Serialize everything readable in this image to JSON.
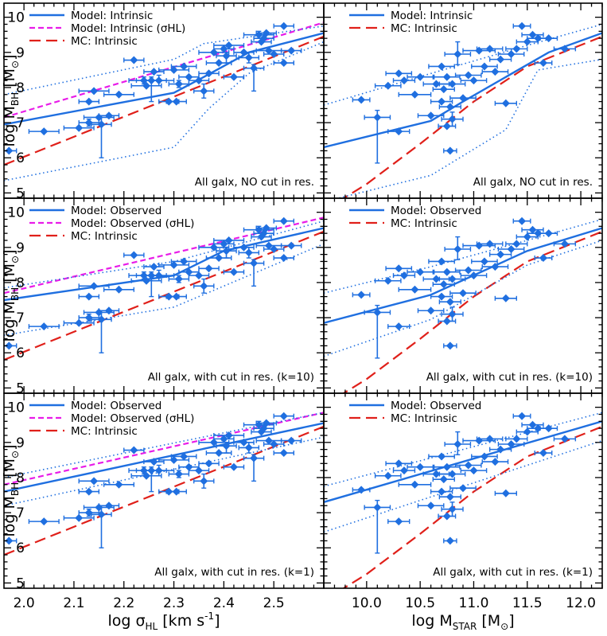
{
  "colors": {
    "model": "#1f6fe0",
    "sigma": "#e81ce8",
    "mc": "#e0201a",
    "data": "#1f6fe0",
    "axis": "#000000"
  },
  "chart_data": [
    {
      "type": "scatter",
      "panel": "top-left",
      "xlim": [
        1.96,
        2.6
      ],
      "ylim": [
        4.85,
        10.4
      ],
      "annotation": "All galx, NO cut in res.",
      "legend": [
        "Model: Intrinsic",
        "Model: Intrinsic (σHL)",
        "MC: Intrinsic"
      ],
      "series": [
        {
          "name": "Model: Intrinsic",
          "style": "solid",
          "x": [
            1.96,
            2.3,
            2.36,
            2.45,
            2.6
          ],
          "y": [
            6.95,
            7.85,
            8.3,
            9.0,
            9.55
          ]
        },
        {
          "name": "Model: Intrinsic (σHL)",
          "style": "short-dash",
          "x": [
            1.96,
            2.6
          ],
          "y": [
            7.15,
            9.85
          ]
        },
        {
          "name": "MC: Intrinsic",
          "style": "long-dash",
          "x": [
            1.96,
            2.6
          ],
          "y": [
            5.8,
            9.45
          ]
        },
        {
          "name": "",
          "style": "dotted-upper",
          "x": [
            1.96,
            2.3,
            2.36,
            2.6
          ],
          "y": [
            7.8,
            8.8,
            9.25,
            9.75
          ]
        },
        {
          "name": "",
          "style": "dotted-lower",
          "x": [
            1.96,
            2.3,
            2.37,
            2.45,
            2.6
          ],
          "y": [
            5.35,
            6.3,
            7.4,
            8.4,
            9.3
          ]
        }
      ]
    },
    {
      "type": "scatter",
      "panel": "top-right",
      "xlim": [
        9.6,
        12.2
      ],
      "ylim": [
        4.85,
        10.4
      ],
      "annotation": "All galx, NO cut in res.",
      "legend": [
        "Model: Intrinsic",
        "MC: Intrinsic"
      ],
      "series": [
        {
          "name": "Model: Intrinsic",
          "style": "solid",
          "x": [
            9.6,
            10.6,
            10.9,
            11.7,
            12.2
          ],
          "y": [
            6.3,
            7.05,
            7.6,
            9.0,
            9.55
          ]
        },
        {
          "name": "MC: Intrinsic",
          "style": "long-dash",
          "x": [
            9.6,
            10.0,
            10.5,
            11.0,
            11.5,
            12.2
          ],
          "y": [
            4.5,
            5.25,
            6.4,
            7.6,
            8.6,
            9.45
          ]
        },
        {
          "name": "",
          "style": "dotted-upper",
          "x": [
            9.6,
            10.6,
            11.5,
            12.2
          ],
          "y": [
            7.5,
            8.4,
            9.2,
            9.8
          ]
        },
        {
          "name": "",
          "style": "dotted-lower",
          "x": [
            9.6,
            10.6,
            11.3,
            11.6,
            12.2
          ],
          "y": [
            4.75,
            5.5,
            6.8,
            8.5,
            8.8
          ]
        }
      ]
    },
    {
      "type": "scatter",
      "panel": "middle-left",
      "xlim": [
        1.96,
        2.6
      ],
      "ylim": [
        4.85,
        10.4
      ],
      "annotation": "All galx, with cut in res. (k=10)",
      "legend": [
        "Model: Observed",
        "Model: Observed (σHL)",
        "MC: Intrinsic"
      ],
      "series": [
        {
          "name": "Model: Observed",
          "style": "solid",
          "x": [
            1.96,
            2.3,
            2.4,
            2.6
          ],
          "y": [
            7.5,
            8.2,
            8.9,
            9.55
          ]
        },
        {
          "name": "Model: Observed (σHL)",
          "style": "short-dash",
          "x": [
            1.96,
            2.6
          ],
          "y": [
            7.7,
            9.85
          ]
        },
        {
          "name": "MC: Intrinsic",
          "style": "long-dash",
          "x": [
            1.96,
            2.6
          ],
          "y": [
            5.8,
            9.45
          ]
        },
        {
          "name": "",
          "style": "dotted-upper",
          "x": [
            1.96,
            2.3,
            2.6
          ],
          "y": [
            7.85,
            8.6,
            9.75
          ]
        },
        {
          "name": "",
          "style": "dotted-lower",
          "x": [
            1.96,
            2.3,
            2.6
          ],
          "y": [
            6.5,
            7.3,
            9.1
          ]
        }
      ]
    },
    {
      "type": "scatter",
      "panel": "middle-right",
      "xlim": [
        9.6,
        12.2
      ],
      "ylim": [
        4.85,
        10.4
      ],
      "annotation": "All galx, with cut in res. (k=10)",
      "legend": [
        "Model: Observed",
        "MC: Intrinsic"
      ],
      "series": [
        {
          "name": "Model: Observed",
          "style": "solid",
          "x": [
            9.6,
            10.6,
            11.5,
            12.2
          ],
          "y": [
            6.85,
            7.65,
            8.9,
            9.55
          ]
        },
        {
          "name": "MC: Intrinsic",
          "style": "long-dash",
          "x": [
            9.6,
            10.0,
            10.5,
            11.0,
            11.5,
            12.2
          ],
          "y": [
            4.5,
            5.25,
            6.4,
            7.6,
            8.6,
            9.45
          ]
        },
        {
          "name": "",
          "style": "dotted-upper",
          "x": [
            9.6,
            10.6,
            11.5,
            12.2
          ],
          "y": [
            7.7,
            8.45,
            9.2,
            9.8
          ]
        },
        {
          "name": "",
          "style": "dotted-lower",
          "x": [
            9.6,
            10.6,
            11.5,
            12.2
          ],
          "y": [
            5.9,
            6.95,
            8.5,
            9.2
          ]
        }
      ]
    },
    {
      "type": "scatter",
      "panel": "bottom-left",
      "xlim": [
        1.96,
        2.6
      ],
      "ylim": [
        4.85,
        10.4
      ],
      "annotation": "All galx, with cut in res. (k=1)",
      "legend": [
        "Model: Observed",
        "Model: Observed (σHL)",
        "MC: Intrinsic"
      ],
      "series": [
        {
          "name": "Model: Observed",
          "style": "solid",
          "x": [
            1.96,
            2.6
          ],
          "y": [
            7.6,
            9.55
          ]
        },
        {
          "name": "Model: Observed (σHL)",
          "style": "short-dash",
          "x": [
            1.96,
            2.6
          ],
          "y": [
            7.8,
            9.85
          ]
        },
        {
          "name": "MC: Intrinsic",
          "style": "long-dash",
          "x": [
            1.96,
            2.6
          ],
          "y": [
            5.8,
            9.45
          ]
        },
        {
          "name": "",
          "style": "dotted-upper",
          "x": [
            1.96,
            2.6
          ],
          "y": [
            8.0,
            9.85
          ]
        },
        {
          "name": "",
          "style": "dotted-lower",
          "x": [
            1.96,
            2.6
          ],
          "y": [
            7.2,
            9.15
          ]
        }
      ]
    },
    {
      "type": "scatter",
      "panel": "bottom-right",
      "xlim": [
        9.6,
        12.2
      ],
      "ylim": [
        4.85,
        10.4
      ],
      "annotation": "All galx, with cut in res. (k=1)",
      "legend": [
        "Model: Observed",
        "MC: Intrinsic"
      ],
      "series": [
        {
          "name": "Model: Observed",
          "style": "solid",
          "x": [
            9.6,
            12.2
          ],
          "y": [
            7.3,
            9.6
          ]
        },
        {
          "name": "MC: Intrinsic",
          "style": "long-dash",
          "x": [
            9.6,
            10.0,
            10.5,
            11.0,
            11.5,
            12.2
          ],
          "y": [
            4.5,
            5.25,
            6.4,
            7.6,
            8.6,
            9.45
          ]
        },
        {
          "name": "",
          "style": "dotted-upper",
          "x": [
            9.6,
            12.2
          ],
          "y": [
            7.75,
            9.85
          ]
        },
        {
          "name": "",
          "style": "dotted-lower",
          "x": [
            9.6,
            12.2
          ],
          "y": [
            6.45,
            9.05
          ]
        }
      ]
    }
  ],
  "galaxies": {
    "sigma": [
      {
        "x": 1.97,
        "y": 6.2,
        "ex": 0.015,
        "ey_lo": 0,
        "ey_hi": 0
      },
      {
        "x": 2.04,
        "y": 6.75,
        "ex": 0.03,
        "ey_lo": 0,
        "ey_hi": 0
      },
      {
        "x": 2.11,
        "y": 6.85,
        "ex": 0.03,
        "ey_lo": 0,
        "ey_hi": 0
      },
      {
        "x": 2.13,
        "y": 7.0,
        "ex": 0.02,
        "ey_lo": 0.1,
        "ey_hi": 0.1
      },
      {
        "x": 2.13,
        "y": 7.6,
        "ex": 0.02,
        "ey_lo": 0,
        "ey_hi": 0
      },
      {
        "x": 2.14,
        "y": 7.9,
        "ex": 0.03,
        "ey_lo": 0,
        "ey_hi": 0
      },
      {
        "x": 2.15,
        "y": 7.15,
        "ex": 0.03,
        "ey_lo": 0,
        "ey_hi": 0
      },
      {
        "x": 2.155,
        "y": 6.95,
        "ex": 0.02,
        "ey_lo": 0.95,
        "ey_hi": 0.25
      },
      {
        "x": 2.17,
        "y": 7.2,
        "ex": 0.02,
        "ey_lo": 0,
        "ey_hi": 0
      },
      {
        "x": 2.19,
        "y": 7.8,
        "ex": 0.03,
        "ey_lo": 0,
        "ey_hi": 0
      },
      {
        "x": 2.22,
        "y": 8.78,
        "ex": 0.02,
        "ey_lo": 0,
        "ey_hi": 0
      },
      {
        "x": 2.24,
        "y": 8.2,
        "ex": 0.03,
        "ey_lo": 0.1,
        "ey_hi": 0.1
      },
      {
        "x": 2.245,
        "y": 8.05,
        "ex": 0.03,
        "ey_lo": 0,
        "ey_hi": 0
      },
      {
        "x": 2.255,
        "y": 8.2,
        "ex": 0.03,
        "ey_lo": 0.6,
        "ey_hi": 0.1
      },
      {
        "x": 2.26,
        "y": 8.45,
        "ex": 0.02,
        "ey_lo": 0,
        "ey_hi": 0
      },
      {
        "x": 2.27,
        "y": 8.2,
        "ex": 0.03,
        "ey_lo": 0.15,
        "ey_hi": 0.15
      },
      {
        "x": 2.29,
        "y": 7.6,
        "ex": 0.02,
        "ey_lo": 0,
        "ey_hi": 0
      },
      {
        "x": 2.3,
        "y": 8.5,
        "ex": 0.03,
        "ey_lo": 0,
        "ey_hi": 0
      },
      {
        "x": 2.305,
        "y": 7.6,
        "ex": 0.02,
        "ey_lo": 0,
        "ey_hi": 0
      },
      {
        "x": 2.31,
        "y": 8.1,
        "ex": 0.02,
        "ey_lo": 0.1,
        "ey_hi": 0.1
      },
      {
        "x": 2.32,
        "y": 8.6,
        "ex": 0.025,
        "ey_lo": 0,
        "ey_hi": 0
      },
      {
        "x": 2.33,
        "y": 8.3,
        "ex": 0.02,
        "ey_lo": 0,
        "ey_hi": 0
      },
      {
        "x": 2.35,
        "y": 8.2,
        "ex": 0.02,
        "ey_lo": 0,
        "ey_hi": 0
      },
      {
        "x": 2.36,
        "y": 7.9,
        "ex": 0.02,
        "ey_lo": 0.2,
        "ey_hi": 0.2
      },
      {
        "x": 2.37,
        "y": 8.4,
        "ex": 0.02,
        "ey_lo": 0,
        "ey_hi": 0
      },
      {
        "x": 2.38,
        "y": 9.0,
        "ex": 0.03,
        "ey_lo": 0,
        "ey_hi": 0
      },
      {
        "x": 2.39,
        "y": 8.7,
        "ex": 0.025,
        "ey_lo": 0,
        "ey_hi": 0
      },
      {
        "x": 2.4,
        "y": 9.1,
        "ex": 0.02,
        "ey_lo": 0.05,
        "ey_hi": 0.05
      },
      {
        "x": 2.405,
        "y": 8.9,
        "ex": 0.02,
        "ey_lo": 0.2,
        "ey_hi": 0.1
      },
      {
        "x": 2.41,
        "y": 9.2,
        "ex": 0.03,
        "ey_lo": 0,
        "ey_hi": 0
      },
      {
        "x": 2.42,
        "y": 8.3,
        "ex": 0.02,
        "ey_lo": 0,
        "ey_hi": 0
      },
      {
        "x": 2.44,
        "y": 9.0,
        "ex": 0.02,
        "ey_lo": 0,
        "ey_hi": 0
      },
      {
        "x": 2.45,
        "y": 8.85,
        "ex": 0.02,
        "ey_lo": 0.15,
        "ey_hi": 0.15
      },
      {
        "x": 2.46,
        "y": 8.55,
        "ex": 0.02,
        "ey_lo": 0.65,
        "ey_hi": 0.1
      },
      {
        "x": 2.47,
        "y": 9.5,
        "ex": 0.03,
        "ey_lo": 0.1,
        "ey_hi": 0.1
      },
      {
        "x": 2.475,
        "y": 9.3,
        "ex": 0.02,
        "ey_lo": 0,
        "ey_hi": 0
      },
      {
        "x": 2.48,
        "y": 9.4,
        "ex": 0.02,
        "ey_lo": 0.1,
        "ey_hi": 0.1
      },
      {
        "x": 2.485,
        "y": 9.55,
        "ex": 0.02,
        "ey_lo": 0,
        "ey_hi": 0
      },
      {
        "x": 2.49,
        "y": 9.05,
        "ex": 0.025,
        "ey_lo": 0,
        "ey_hi": 0
      },
      {
        "x": 2.5,
        "y": 8.95,
        "ex": 0.02,
        "ey_lo": 0,
        "ey_hi": 0
      },
      {
        "x": 2.52,
        "y": 8.7,
        "ex": 0.02,
        "ey_lo": 0,
        "ey_hi": 0
      },
      {
        "x": 2.52,
        "y": 9.75,
        "ex": 0.02,
        "ey_lo": 0,
        "ey_hi": 0
      },
      {
        "x": 2.535,
        "y": 9.05,
        "ex": 0.02,
        "ey_lo": 0,
        "ey_hi": 0
      }
    ],
    "mstar": [
      {
        "x": 9.95,
        "y": 7.65,
        "ex": 0.08,
        "ey_lo": 0,
        "ey_hi": 0
      },
      {
        "x": 10.1,
        "y": 7.15,
        "ex": 0.12,
        "ey_lo": 1.3,
        "ey_hi": 0.2
      },
      {
        "x": 10.2,
        "y": 8.05,
        "ex": 0.12,
        "ey_lo": 0,
        "ey_hi": 0
      },
      {
        "x": 10.3,
        "y": 6.75,
        "ex": 0.1,
        "ey_lo": 0,
        "ey_hi": 0
      },
      {
        "x": 10.3,
        "y": 8.4,
        "ex": 0.12,
        "ey_lo": 0,
        "ey_hi": 0
      },
      {
        "x": 10.35,
        "y": 8.2,
        "ex": 0.1,
        "ey_lo": 0,
        "ey_hi": 0
      },
      {
        "x": 10.45,
        "y": 7.8,
        "ex": 0.15,
        "ey_lo": 0,
        "ey_hi": 0
      },
      {
        "x": 10.5,
        "y": 8.3,
        "ex": 0.12,
        "ey_lo": 0,
        "ey_hi": 0
      },
      {
        "x": 10.6,
        "y": 7.2,
        "ex": 0.12,
        "ey_lo": 0,
        "ey_hi": 0
      },
      {
        "x": 10.65,
        "y": 8.1,
        "ex": 0.12,
        "ey_lo": 0,
        "ey_hi": 0
      },
      {
        "x": 10.7,
        "y": 7.6,
        "ex": 0.1,
        "ey_lo": 0,
        "ey_hi": 0
      },
      {
        "x": 10.7,
        "y": 8.6,
        "ex": 0.12,
        "ey_lo": 0,
        "ey_hi": 0
      },
      {
        "x": 10.72,
        "y": 7.95,
        "ex": 0.1,
        "ey_lo": 0,
        "ey_hi": 0
      },
      {
        "x": 10.75,
        "y": 8.3,
        "ex": 0.12,
        "ey_lo": 0,
        "ey_hi": 0
      },
      {
        "x": 10.75,
        "y": 6.9,
        "ex": 0.08,
        "ey_lo": 0,
        "ey_hi": 0
      },
      {
        "x": 10.78,
        "y": 7.45,
        "ex": 0.1,
        "ey_lo": 0,
        "ey_hi": 0
      },
      {
        "x": 10.78,
        "y": 6.2,
        "ex": 0.06,
        "ey_lo": 0,
        "ey_hi": 0
      },
      {
        "x": 10.8,
        "y": 8.1,
        "ex": 0.12,
        "ey_lo": 0,
        "ey_hi": 0
      },
      {
        "x": 10.8,
        "y": 7.1,
        "ex": 0.1,
        "ey_lo": 0.2,
        "ey_hi": 0.2
      },
      {
        "x": 10.85,
        "y": 8.95,
        "ex": 0.12,
        "ey_lo": 0.3,
        "ey_hi": 0.35
      },
      {
        "x": 10.9,
        "y": 7.7,
        "ex": 0.12,
        "ey_lo": 0,
        "ey_hi": 0
      },
      {
        "x": 10.95,
        "y": 8.35,
        "ex": 0.12,
        "ey_lo": 0,
        "ey_hi": 0
      },
      {
        "x": 11.0,
        "y": 8.2,
        "ex": 0.12,
        "ey_lo": 0,
        "ey_hi": 0
      },
      {
        "x": 11.05,
        "y": 9.05,
        "ex": 0.15,
        "ey_lo": 0,
        "ey_hi": 0
      },
      {
        "x": 11.1,
        "y": 8.6,
        "ex": 0.12,
        "ey_lo": 0,
        "ey_hi": 0
      },
      {
        "x": 11.15,
        "y": 9.1,
        "ex": 0.12,
        "ey_lo": 0,
        "ey_hi": 0
      },
      {
        "x": 11.2,
        "y": 8.45,
        "ex": 0.12,
        "ey_lo": 0,
        "ey_hi": 0
      },
      {
        "x": 11.25,
        "y": 8.8,
        "ex": 0.1,
        "ey_lo": 0,
        "ey_hi": 0
      },
      {
        "x": 11.3,
        "y": 7.55,
        "ex": 0.1,
        "ey_lo": 0,
        "ey_hi": 0
      },
      {
        "x": 11.35,
        "y": 8.95,
        "ex": 0.12,
        "ey_lo": 0,
        "ey_hi": 0
      },
      {
        "x": 11.4,
        "y": 9.1,
        "ex": 0.1,
        "ey_lo": 0,
        "ey_hi": 0
      },
      {
        "x": 11.45,
        "y": 9.75,
        "ex": 0.08,
        "ey_lo": 0,
        "ey_hi": 0
      },
      {
        "x": 11.5,
        "y": 9.3,
        "ex": 0.1,
        "ey_lo": 0,
        "ey_hi": 0
      },
      {
        "x": 11.55,
        "y": 9.5,
        "ex": 0.1,
        "ey_lo": 0,
        "ey_hi": 0
      },
      {
        "x": 11.6,
        "y": 9.4,
        "ex": 0.1,
        "ey_lo": 0,
        "ey_hi": 0
      },
      {
        "x": 11.65,
        "y": 8.7,
        "ex": 0.08,
        "ey_lo": 0,
        "ey_hi": 0
      },
      {
        "x": 11.7,
        "y": 9.4,
        "ex": 0.08,
        "ey_lo": 0,
        "ey_hi": 0
      },
      {
        "x": 11.85,
        "y": 9.1,
        "ex": 0.1,
        "ey_lo": 0,
        "ey_hi": 0
      }
    ]
  },
  "axes": {
    "ylabel_main": "log M",
    "ylabel_sub": "BH",
    "ylabel_unit_open": "[M",
    "ylabel_unit_close": "]",
    "sun_symbol": "⊙",
    "xlabel_left_main": "log σ",
    "xlabel_left_sub": "HL",
    "xlabel_left_unit": "[km s",
    "xlabel_left_exp": "-1",
    "xlabel_left_close": "]",
    "xlabel_right_main": "log M",
    "xlabel_right_sub": "STAR",
    "xlabel_right_unit_open": "[M",
    "xlabel_right_unit_close": "]",
    "yticks": [
      5,
      6,
      7,
      8,
      9,
      10
    ],
    "xticks_left": [
      "2.0",
      "2.1",
      "2.2",
      "2.3",
      "2.4",
      "2.5"
    ],
    "xticks_right": [
      "10.0",
      "10.5",
      "11.0",
      "11.5",
      "12.0"
    ]
  }
}
